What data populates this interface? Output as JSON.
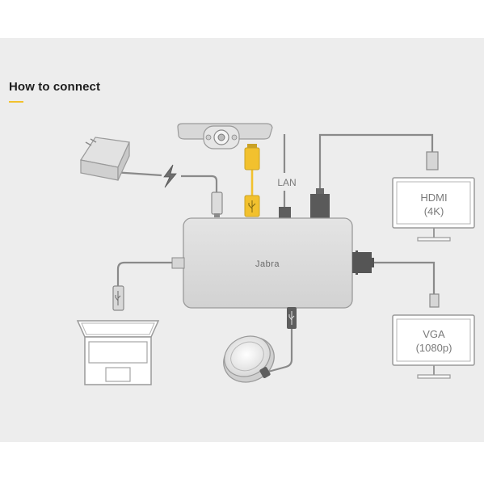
{
  "heading": {
    "title": "How to connect"
  },
  "hub": {
    "brand": "Jabra"
  },
  "ports": {
    "lan_label": "LAN"
  },
  "monitors": {
    "hdmi": {
      "line1": "HDMI",
      "line2": "(4K)"
    },
    "vga": {
      "line1": "VGA",
      "line2": "(1080p)"
    }
  },
  "colors": {
    "accent": "#f2c12e",
    "cable": "#8a8a8a",
    "device_fill": "#e0e0e0",
    "device_stroke": "#9a9a9a",
    "panel": "#ededed"
  },
  "icons": [
    "power-adapter-icon",
    "lightning-icon",
    "camera-icon",
    "usb-symbol-icon",
    "laptop-icon",
    "speakerphone-icon",
    "monitor-icon"
  ]
}
